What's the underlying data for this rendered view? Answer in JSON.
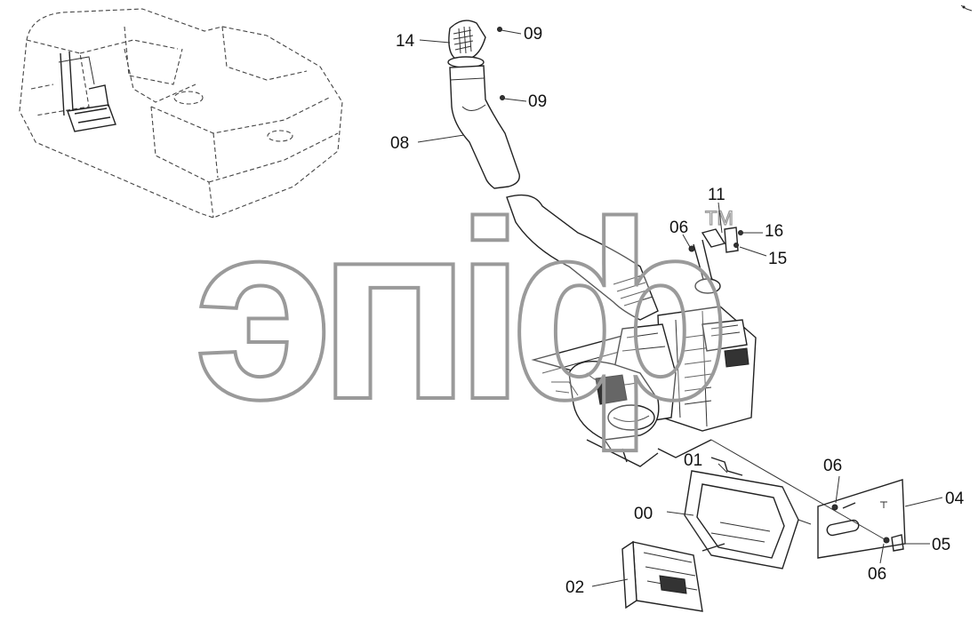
{
  "diagram": {
    "watermark": {
      "text": "эпіф",
      "trademark": "TM"
    },
    "callouts": [
      {
        "id": "c14",
        "text": "14"
      },
      {
        "id": "c09a",
        "text": "09"
      },
      {
        "id": "c09b",
        "text": "09"
      },
      {
        "id": "c08",
        "text": "08"
      },
      {
        "id": "c11",
        "text": "11"
      },
      {
        "id": "c06a",
        "text": "06"
      },
      {
        "id": "c16",
        "text": "16"
      },
      {
        "id": "c15",
        "text": "15"
      },
      {
        "id": "c01",
        "text": "01"
      },
      {
        "id": "c06b",
        "text": "06"
      },
      {
        "id": "c04",
        "text": "04"
      },
      {
        "id": "c00",
        "text": "00"
      },
      {
        "id": "c05",
        "text": "05"
      },
      {
        "id": "c06c",
        "text": "06"
      },
      {
        "id": "c02",
        "text": "02"
      }
    ]
  }
}
